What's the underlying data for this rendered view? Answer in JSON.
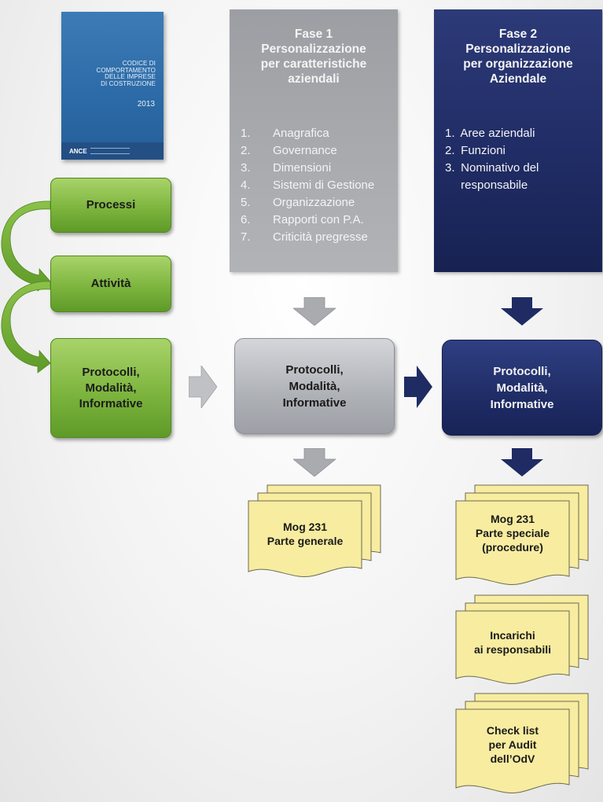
{
  "book": {
    "title_lines": [
      "CODICE DI",
      "COMPORTAMENTO",
      "DELLE IMPRESE",
      "DI COSTRUZIONE"
    ],
    "year": "2013",
    "logo": "ANCE"
  },
  "left_flow": {
    "box1": "Processi",
    "box2": "Attività",
    "box3_lines": [
      "Protocolli,",
      "Modalità,",
      "Informative"
    ]
  },
  "phase1": {
    "title_lines": [
      "Fase 1",
      "Personalizzazione",
      "per caratteristiche",
      "aziendali"
    ],
    "items": [
      {
        "num": "1.",
        "label": "Anagrafica"
      },
      {
        "num": "2.",
        "label": "Governance"
      },
      {
        "num": "3.",
        "label": "Dimensioni"
      },
      {
        "num": "4.",
        "label": "Sistemi di Gestione"
      },
      {
        "num": "5.",
        "label": "Organizzazione"
      },
      {
        "num": "6.",
        "label": "Rapporti con P.A."
      },
      {
        "num": "7.",
        "label": "Criticità pregresse"
      }
    ],
    "protocol_lines": [
      "Protocolli,",
      "Modalità,",
      "Informative"
    ],
    "doc_lines": [
      "Mog 231",
      "Parte generale"
    ]
  },
  "phase2": {
    "title_lines": [
      "Fase 2",
      "Personalizzazione",
      "per organizzazione",
      "Aziendale"
    ],
    "items": [
      {
        "num": "1.",
        "label": "Aree aziendali"
      },
      {
        "num": "2.",
        "label": "Funzioni"
      },
      {
        "num": "3.",
        "label": "Nominativo del"
      },
      {
        "num": "",
        "label": "responsabile"
      }
    ],
    "protocol_lines": [
      "Protocolli,",
      "Modalità,",
      "Informative"
    ],
    "docs": [
      {
        "lines": [
          "Mog 231",
          "Parte speciale",
          "(procedure)"
        ]
      },
      {
        "lines": [
          "Incarichi",
          "ai responsabili"
        ]
      },
      {
        "lines": [
          "Check list",
          "per Audit",
          "dell’OdV"
        ]
      }
    ]
  },
  "colors": {
    "green": "#7db53e",
    "grey": "#a7a9ad",
    "navy": "#1f2b63",
    "doc_yellow": "#f7eca0"
  }
}
